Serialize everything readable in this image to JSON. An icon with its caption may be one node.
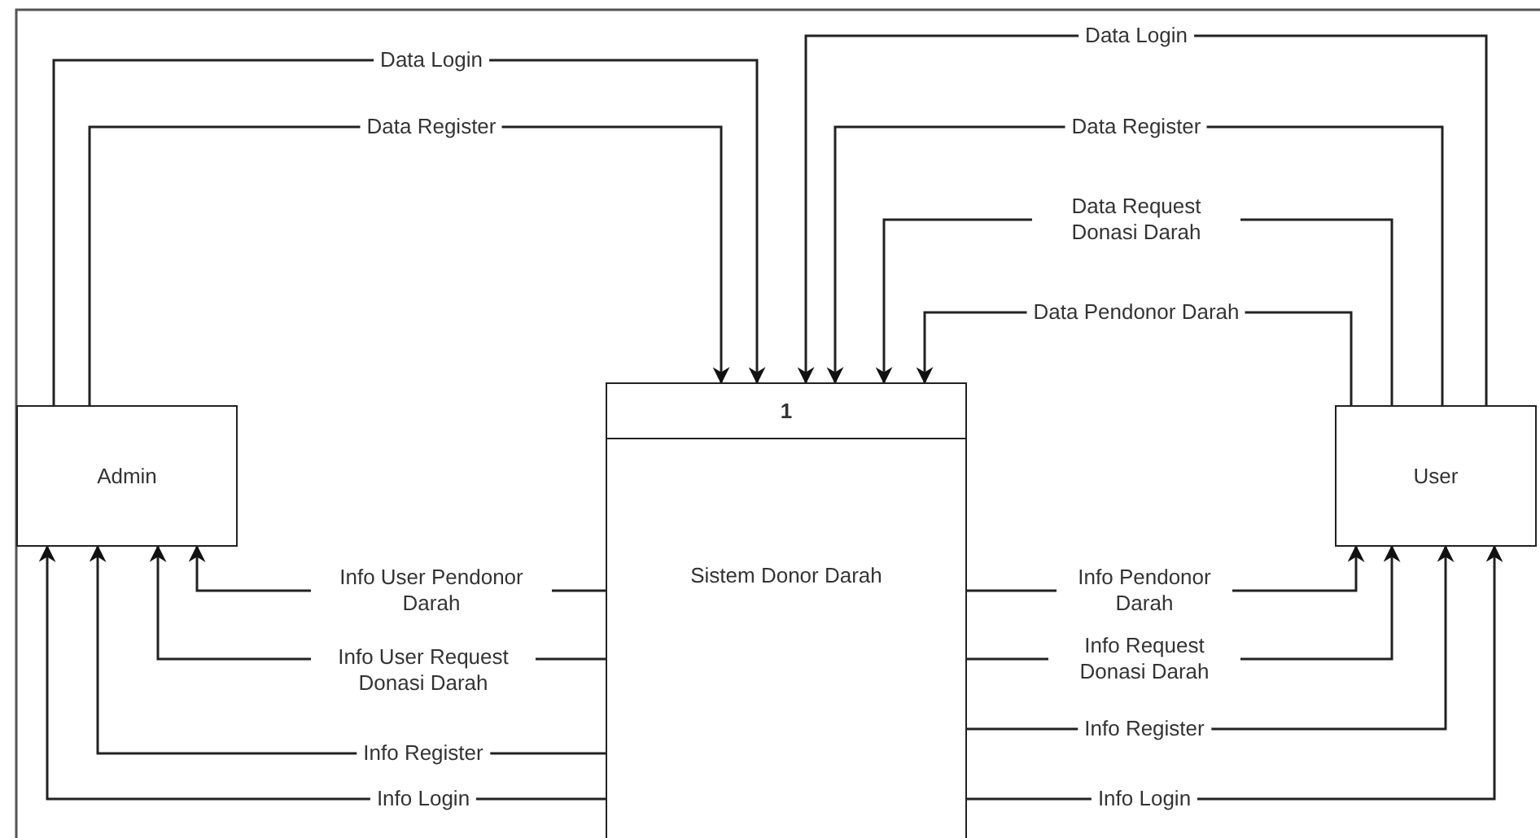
{
  "diagram": {
    "nodes": [
      {
        "text": [
          "Admin"
        ]
      },
      {
        "text": [
          "1",
          "Sistem Donor Darah"
        ]
      },
      {
        "text": [
          "User"
        ]
      }
    ],
    "edges": [
      {
        "from": 0,
        "to": 1,
        "label": "Data Login",
        "arrow": "to"
      },
      {
        "from": 0,
        "to": 1,
        "label": "Data Register",
        "arrow": "to"
      },
      {
        "from": 2,
        "to": 1,
        "label": "Data Login",
        "arrow": "to"
      },
      {
        "from": 2,
        "to": 1,
        "label": "Data Register",
        "arrow": "to"
      },
      {
        "from": 2,
        "to": 1,
        "label": "Data Request Donasi Darah",
        "arrow": "to"
      },
      {
        "from": 2,
        "to": 1,
        "label": "Data Pendonor Darah",
        "arrow": "to"
      },
      {
        "from": 1,
        "to": 0,
        "label": "Info User Pendonor Darah",
        "arrow": "to"
      },
      {
        "from": 1,
        "to": 0,
        "label": "Info User Request Donasi Darah",
        "arrow": "to"
      },
      {
        "from": 1,
        "to": 0,
        "label": "Info Register",
        "arrow": "to"
      },
      {
        "from": 1,
        "to": 0,
        "label": "Info Login",
        "arrow": "to"
      },
      {
        "from": 1,
        "to": 2,
        "label": "Info Pendonor Darah",
        "arrow": "to"
      },
      {
        "from": 1,
        "to": 2,
        "label": "Info Request Donasi Darah",
        "arrow": "to"
      },
      {
        "from": 1,
        "to": 2,
        "label": "Info Register",
        "arrow": "to"
      },
      {
        "from": 1,
        "to": 2,
        "label": "Info Login",
        "arrow": "to"
      }
    ]
  }
}
